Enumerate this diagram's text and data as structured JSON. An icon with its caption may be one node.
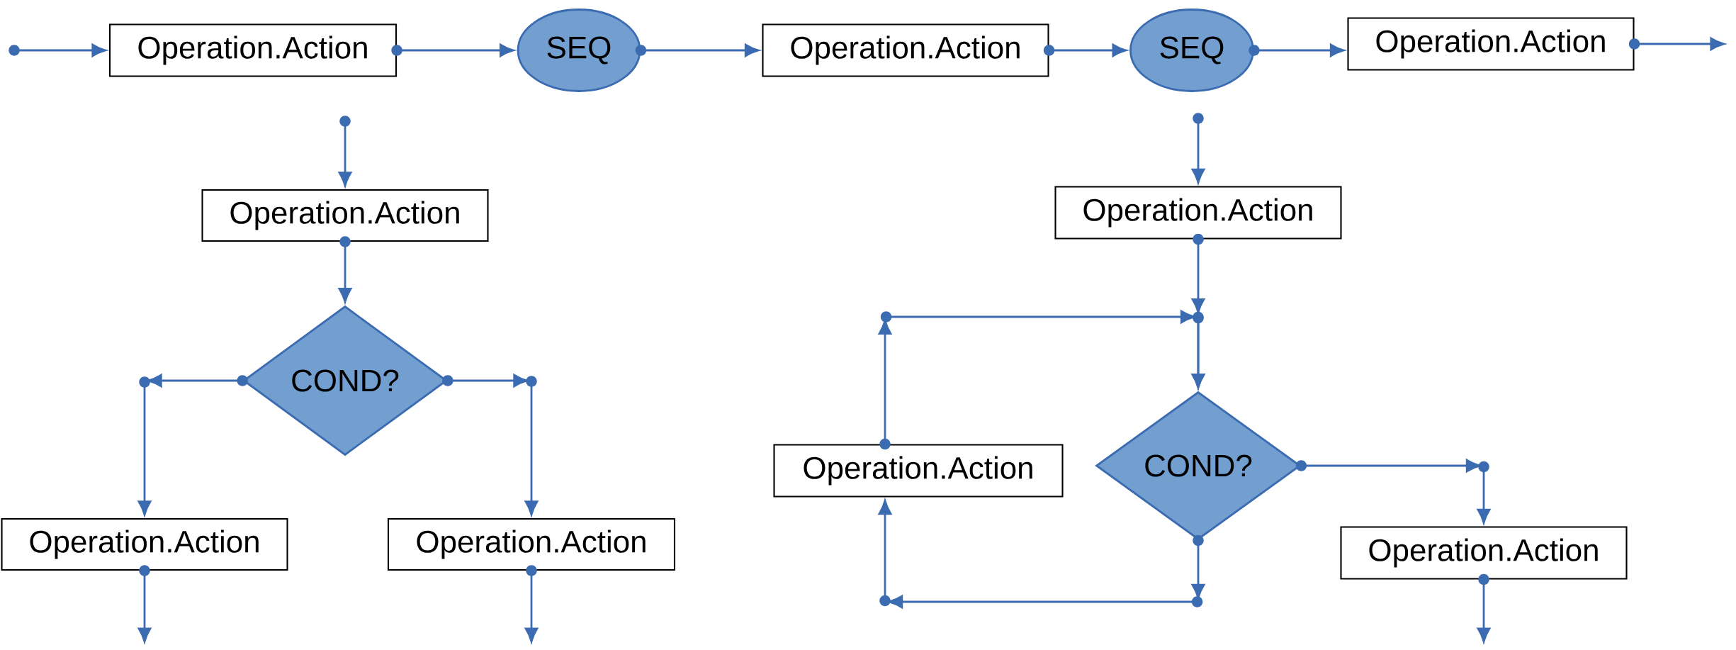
{
  "diagram": {
    "nodes": [
      {
        "text": [
          "Operation.Action"
        ]
      },
      {
        "text": [
          "SEQ"
        ]
      },
      {
        "text": [
          "Operation.Action"
        ]
      },
      {
        "text": [
          "SEQ"
        ]
      },
      {
        "text": [
          "Operation.Action"
        ]
      },
      {
        "text": [
          "Operation.Action"
        ]
      },
      {
        "text": [
          "Operation.Action"
        ]
      },
      {
        "text": [
          "COND?"
        ]
      },
      {
        "text": [
          "COND?"
        ]
      },
      {
        "text": [
          "Operation.Action"
        ]
      },
      {
        "text": [
          "Operation.Action"
        ]
      },
      {
        "text": [
          "Operation.Action"
        ]
      },
      {
        "text": [
          "Operation.Action"
        ]
      }
    ],
    "edges": [
      {
        "from": null,
        "to": 0,
        "arrow": "to"
      },
      {
        "from": 0,
        "to": 1,
        "arrow": "to"
      },
      {
        "from": 1,
        "to": 2,
        "arrow": "to"
      },
      {
        "from": 2,
        "to": 3,
        "arrow": "to"
      },
      {
        "from": 3,
        "to": 4,
        "arrow": "to"
      },
      {
        "from": 4,
        "to": null,
        "arrow": "to"
      },
      {
        "from": null,
        "to": 5,
        "arrow": "to"
      },
      {
        "from": 5,
        "to": 7,
        "arrow": "to"
      },
      {
        "from": 7,
        "to": 10,
        "arrow": "to"
      },
      {
        "from": 7,
        "to": 11,
        "arrow": "to"
      },
      {
        "from": 10,
        "to": null,
        "arrow": "to"
      },
      {
        "from": 11,
        "to": null,
        "arrow": "to"
      },
      {
        "from": null,
        "to": 6,
        "arrow": "to"
      },
      {
        "from": 6,
        "to": 8,
        "arrow": "to"
      },
      {
        "from": 9,
        "to": 8,
        "arrow": "to"
      },
      {
        "from": 8,
        "to": 9,
        "arrow": "to"
      },
      {
        "from": 8,
        "to": 12,
        "arrow": "to"
      },
      {
        "from": 12,
        "to": null,
        "arrow": "to"
      }
    ]
  }
}
